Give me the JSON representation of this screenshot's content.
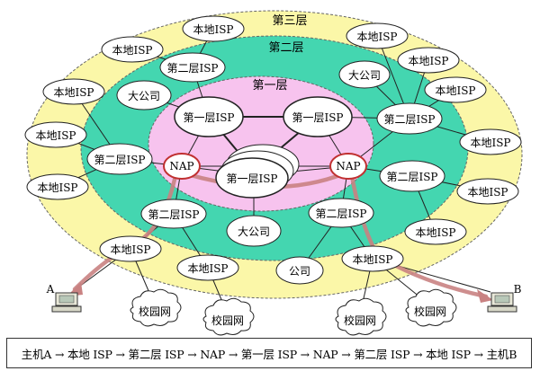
{
  "zones": {
    "outer": "第三层",
    "middle": "第二层",
    "inner": "第一层"
  },
  "nodes": {
    "tier1_left": "第一层ISP",
    "tier1_right": "第一层ISP",
    "tier1_center": "第一层ISP",
    "nap_left": "NAP",
    "nap_right": "NAP",
    "big_company_top_left": "大公司",
    "big_company_top_right": "大公司",
    "big_company_bottom": "大公司",
    "company_bottom": "公司",
    "tier2_top_left": "第二层ISP",
    "tier2_left": "第二层ISP",
    "tier2_bottom_left": "第二层ISP",
    "tier2_top_right": "第二层ISP",
    "tier2_right": "第二层ISP",
    "tier2_bottom_right": "第二层ISP",
    "local_1": "本地ISP",
    "local_2": "本地ISP",
    "local_3": "本地ISP",
    "local_4": "本地ISP",
    "local_5": "本地ISP",
    "local_6": "本地ISP",
    "local_7": "本地ISP",
    "local_8": "本地ISP",
    "local_9": "本地ISP",
    "local_10": "本地ISP",
    "local_11": "本地ISP",
    "local_12": "本地ISP",
    "local_13": "本地ISP",
    "local_14": "本地ISP",
    "campus_1": "校园网",
    "campus_2": "校园网",
    "campus_3": "校园网",
    "campus_4": "校园网",
    "host_a": "A",
    "host_b": "B"
  },
  "path_caption": "主机A → 本地 ISP → 第二层 ISP → NAP → 第一层 ISP → NAP → 第二层 ISP → 本地 ISP → 主机B",
  "colors": {
    "outer_ring": "#fbf7a8",
    "middle_ring": "#44d6b0",
    "inner_ring": "#f7c3ee",
    "path": "#c98282"
  }
}
